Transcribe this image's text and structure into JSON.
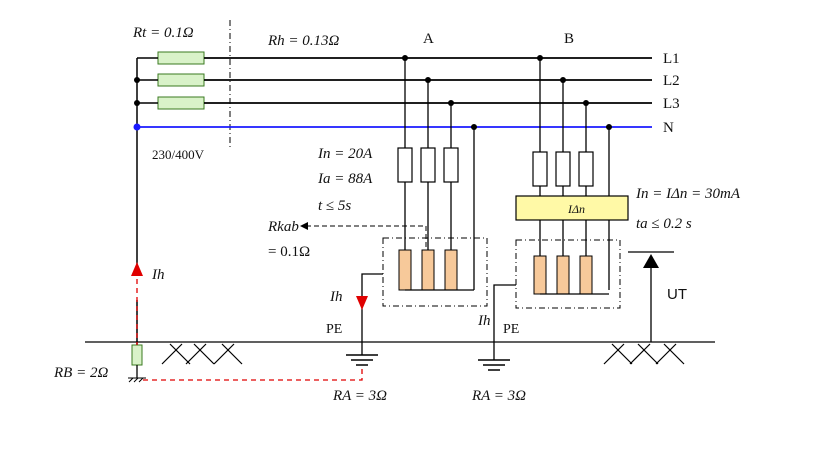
{
  "labels": {
    "rt": "Rt = 0.1Ω",
    "rh": "Rh = 0.13Ω",
    "phase_a": "A",
    "phase_b": "B",
    "l1": "L1",
    "l2": "L2",
    "l3": "L3",
    "n": "N",
    "voltage": "230/400V",
    "in_a": "In = 20A",
    "ia_a": "Ia = 88A",
    "t_a": "t ≤ 5s",
    "rkab": "Rkab",
    "rkab_val": "= 0.1Ω",
    "ih_left": "Ih",
    "ih_a": "Ih",
    "ih_b": "Ih",
    "pe_a": "PE",
    "pe_b": "PE",
    "in_b": "In = IΔn = 30mA",
    "ta_b": "ta ≤ 0.2 s",
    "rcd": "IΔn",
    "ut": "UT",
    "rb": "RB = 2Ω",
    "ra_a": "RA = 3Ω",
    "ra_b": "RA = 3Ω"
  },
  "colors": {
    "line": "#000000",
    "neutral": "#1a1aff",
    "fault_path": "#e00000",
    "resistor_fill": "#d9f2c9",
    "resistor_stroke": "#3a7a20",
    "load_fill": "#f7c99a",
    "rcd_fill": "#fff9a6"
  }
}
